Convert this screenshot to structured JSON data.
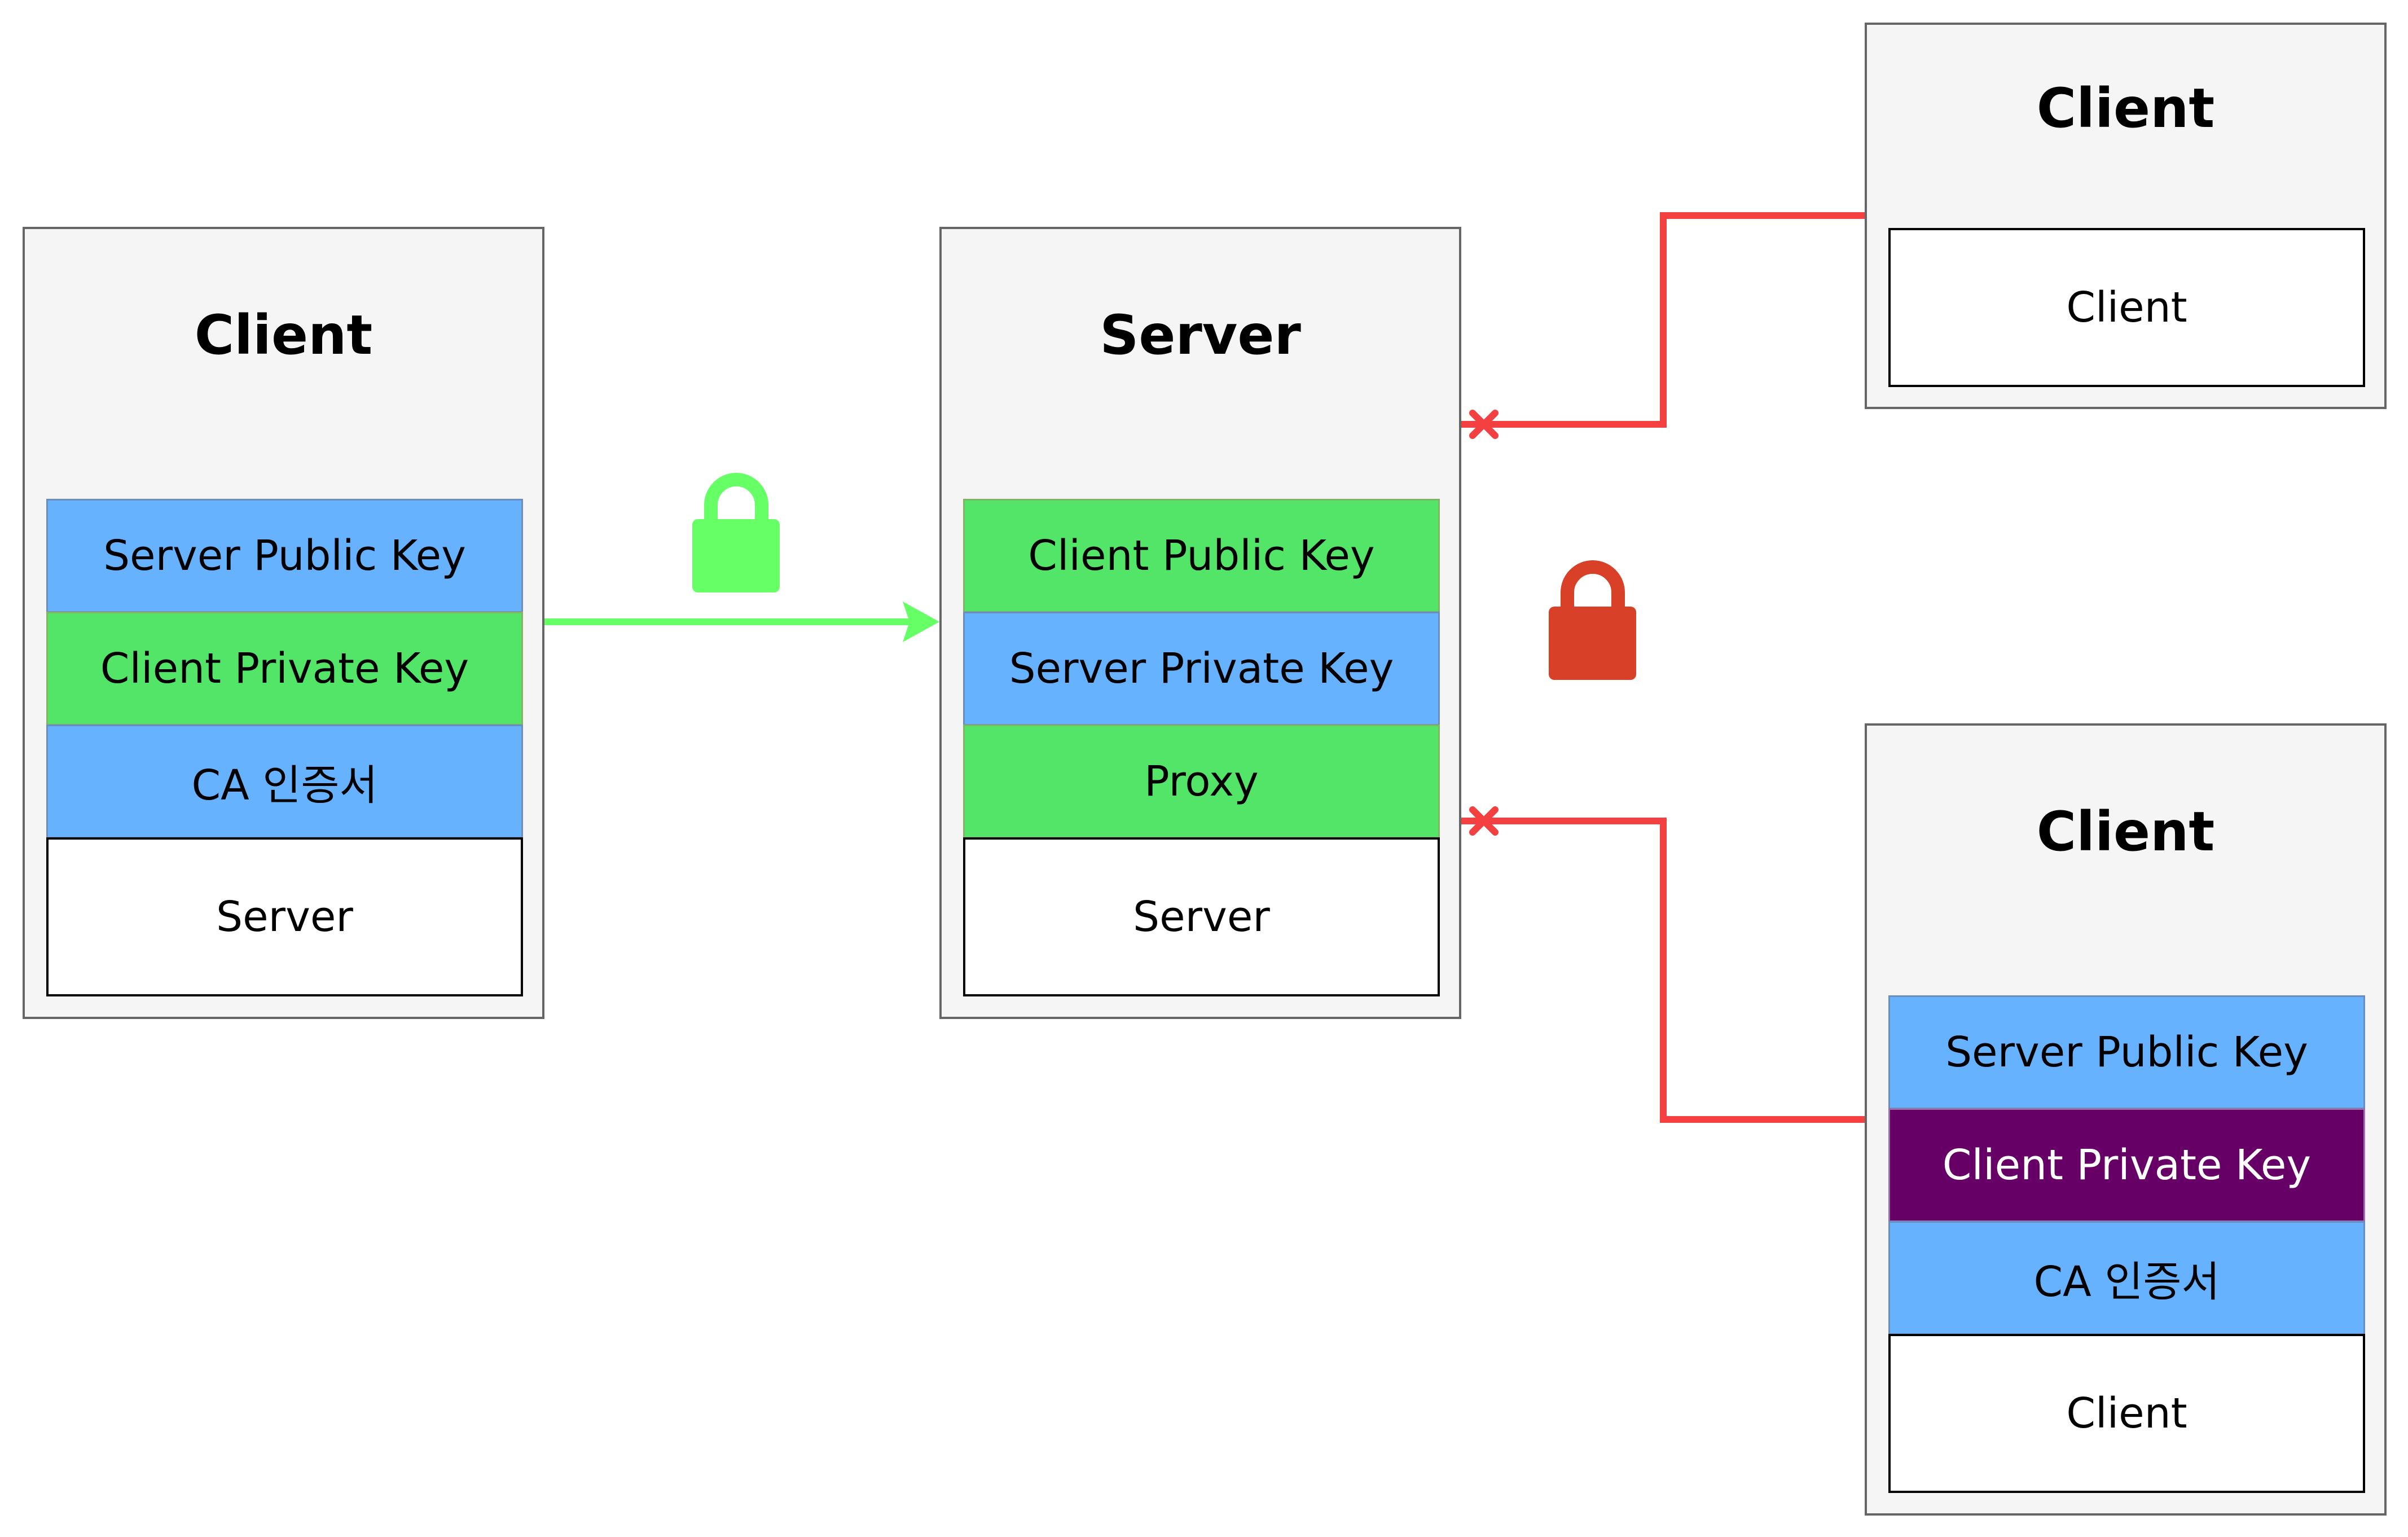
{
  "left_client": {
    "title": "Client",
    "layers": [
      "Server Public Key",
      "Client Private Key",
      "CA 인증서",
      "Server"
    ]
  },
  "server": {
    "title": "Server",
    "layers": [
      "Client Public Key",
      "Server Private Key",
      "Proxy",
      "Server"
    ]
  },
  "top_right_client": {
    "title": "Client",
    "layers": [
      "Client"
    ]
  },
  "bottom_right_client": {
    "title": "Client",
    "layers": [
      "Server Public Key",
      "Client Private Key",
      "CA 인증서",
      "Client"
    ]
  },
  "icons": {
    "secure_lock": "lock-icon",
    "broken_lock": "lock-icon"
  },
  "colors": {
    "public_key_blue": "#66b2ff",
    "key_green": "#53e567",
    "compromised_purple": "#660066",
    "secure_line": "#66ff66",
    "secure_lock": "#66ff66",
    "blocked_line": "#f44040",
    "blocked_lock": "#d84127"
  }
}
